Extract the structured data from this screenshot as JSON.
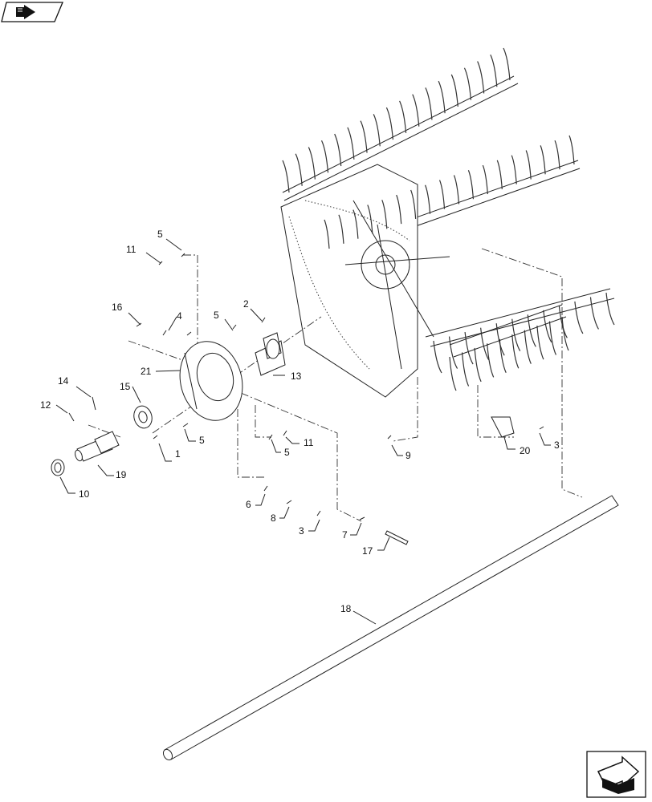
{
  "header_icon": {
    "name": "book-arrow-icon"
  },
  "footer_icon": {
    "name": "next-page-arrow-icon"
  },
  "callouts": [
    {
      "id": "c5a",
      "label": "5"
    },
    {
      "id": "c11a",
      "label": "11"
    },
    {
      "id": "c16",
      "label": "16"
    },
    {
      "id": "c4",
      "label": "4"
    },
    {
      "id": "c5b",
      "label": "5"
    },
    {
      "id": "c2",
      "label": "2"
    },
    {
      "id": "c21",
      "label": "21"
    },
    {
      "id": "c13",
      "label": "13"
    },
    {
      "id": "c14",
      "label": "14"
    },
    {
      "id": "c15",
      "label": "15"
    },
    {
      "id": "c12",
      "label": "12"
    },
    {
      "id": "c1",
      "label": "1"
    },
    {
      "id": "c5c",
      "label": "5"
    },
    {
      "id": "c5d",
      "label": "5"
    },
    {
      "id": "c11b",
      "label": "11"
    },
    {
      "id": "c19",
      "label": "19"
    },
    {
      "id": "c10",
      "label": "10"
    },
    {
      "id": "c9",
      "label": "9"
    },
    {
      "id": "c20",
      "label": "20"
    },
    {
      "id": "c3a",
      "label": "3"
    },
    {
      "id": "c6",
      "label": "6"
    },
    {
      "id": "c8",
      "label": "8"
    },
    {
      "id": "c3b",
      "label": "3"
    },
    {
      "id": "c7",
      "label": "7"
    },
    {
      "id": "c17",
      "label": "17"
    },
    {
      "id": "c18",
      "label": "18"
    }
  ]
}
